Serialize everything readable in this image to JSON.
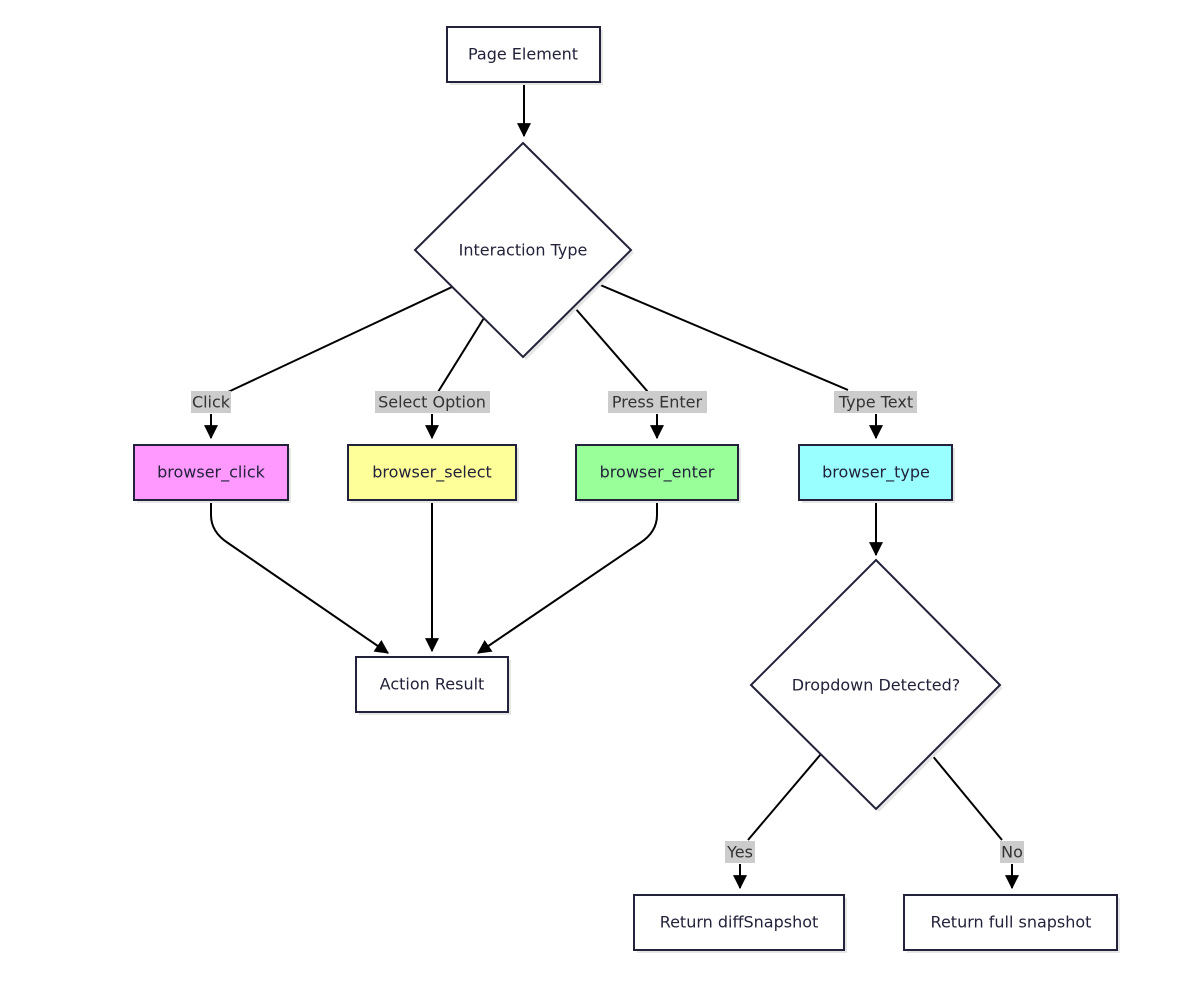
{
  "nodes": {
    "page_element": {
      "label": "Page Element",
      "fill": "#ffffff"
    },
    "interaction_type": {
      "label": "Interaction Type"
    },
    "browser_click": {
      "label": "browser_click",
      "fill": "#ff99ff"
    },
    "browser_select": {
      "label": "browser_select",
      "fill": "#ffff99"
    },
    "browser_enter": {
      "label": "browser_enter",
      "fill": "#99ff99"
    },
    "browser_type": {
      "label": "browser_type",
      "fill": "#99ffff"
    },
    "action_result": {
      "label": "Action Result",
      "fill": "#ffffff"
    },
    "dropdown_detected": {
      "label": "Dropdown Detected?"
    },
    "return_diff": {
      "label": "Return diffSnapshot",
      "fill": "#ffffff"
    },
    "return_full": {
      "label": "Return full snapshot",
      "fill": "#ffffff"
    }
  },
  "edges": {
    "click": "Click",
    "select_option": "Select Option",
    "press_enter": "Press Enter",
    "type_text": "Type Text",
    "yes": "Yes",
    "no": "No"
  }
}
